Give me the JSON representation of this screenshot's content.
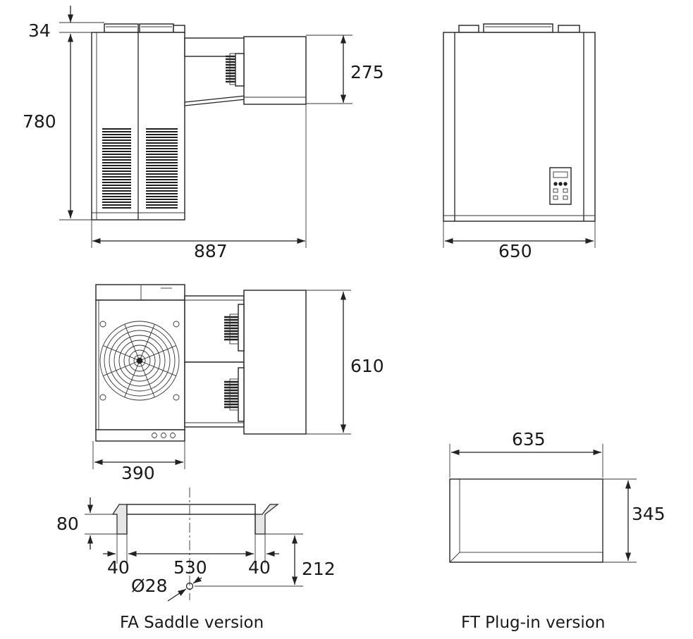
{
  "dimensions": {
    "height_top": "34",
    "height_main": "780",
    "height_evap": "275",
    "width_side": "887",
    "width_front": "650",
    "depth_plan": "610",
    "width_plan": "390",
    "saddle_height": "80",
    "saddle_wall_left": "40",
    "saddle_span": "530",
    "saddle_wall_right": "40",
    "saddle_drop": "212",
    "pipe_diameter": "Ø28",
    "plug_width": "635",
    "plug_height": "345"
  },
  "captions": {
    "saddle": "FA Saddle version",
    "plugin": "FT Plug-in version"
  },
  "colors": {
    "line": "#222222",
    "panel_shade": "#e6e6e6",
    "background": "#ffffff"
  },
  "icons": {
    "condenser_fan": "fan-guard-icon",
    "evaporator_fan": "fan-motor-icon",
    "controller": "control-panel-icon"
  }
}
